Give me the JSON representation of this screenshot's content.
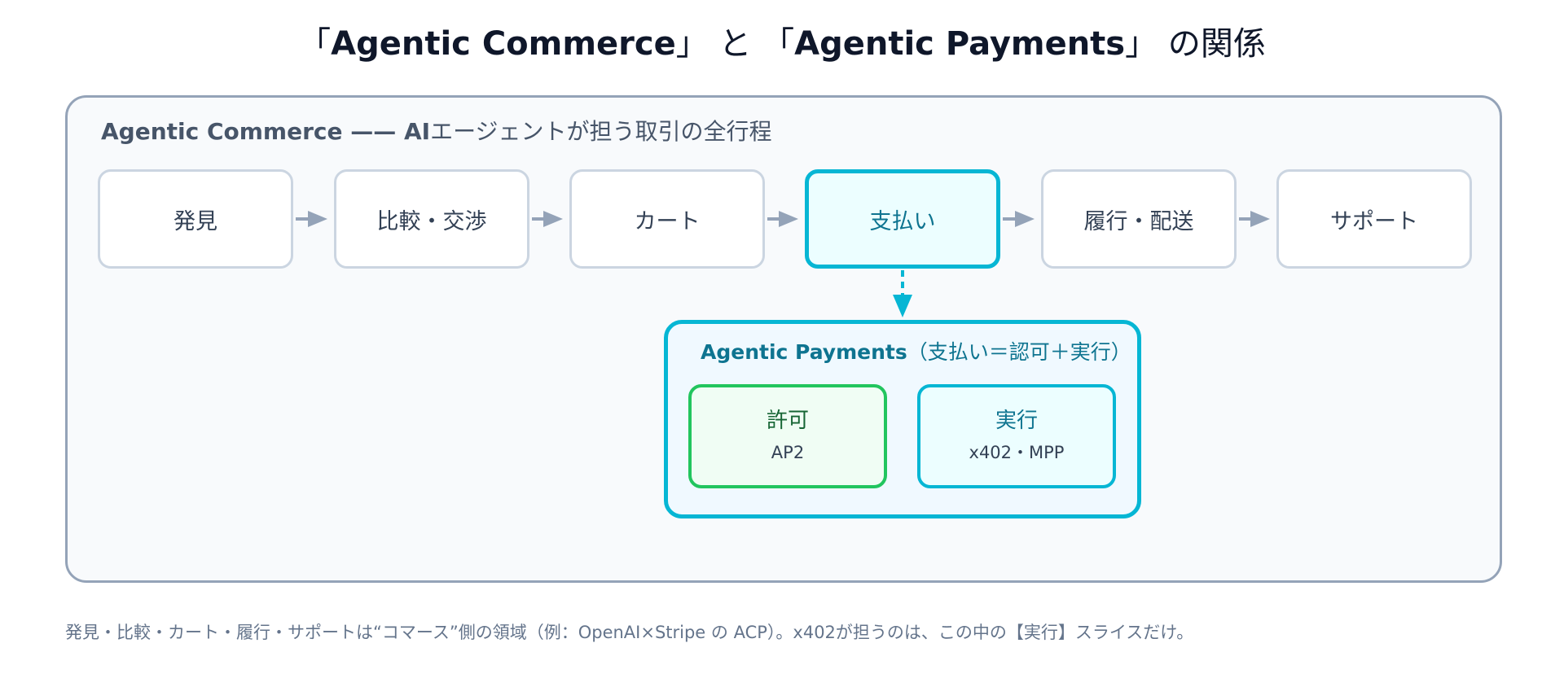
{
  "title": {
    "open1": "「",
    "term1": "Agentic Commerce",
    "close1": "」",
    "connector": "と",
    "open2": "「",
    "term2": "Agentic Payments",
    "close2": "」",
    "tail": "の関係"
  },
  "commerce": {
    "label_bold": "Agentic Commerce —— AI",
    "label_rest": "エージェントが担う取引の全行程",
    "steps": [
      {
        "label": "発見",
        "active": false
      },
      {
        "label": "比較・交渉",
        "active": false
      },
      {
        "label": "カート",
        "active": false
      },
      {
        "label": "支払い",
        "active": true
      },
      {
        "label": "履行・配送",
        "active": false
      },
      {
        "label": "サポート",
        "active": false
      }
    ]
  },
  "payments": {
    "label_bold": "Agentic Payments",
    "label_rest": "（支払い＝認可＋実行）",
    "authorization": {
      "title": "許可",
      "protocol": "AP2"
    },
    "execution": {
      "title": "実行",
      "protocol": "x402・MPP"
    }
  },
  "footnote": "発見・比較・カート・履行・サポートは“コマース”側の領域（例：OpenAI×Stripe の ACP）。x402が担うのは、この中の【実行】スライスだけ。",
  "colors": {
    "frame": "#94a3b8",
    "step_border": "#cbd5e1",
    "accent_cyan": "#06b6d4",
    "accent_green": "#22c55e",
    "arrow": "#94a3b8"
  }
}
